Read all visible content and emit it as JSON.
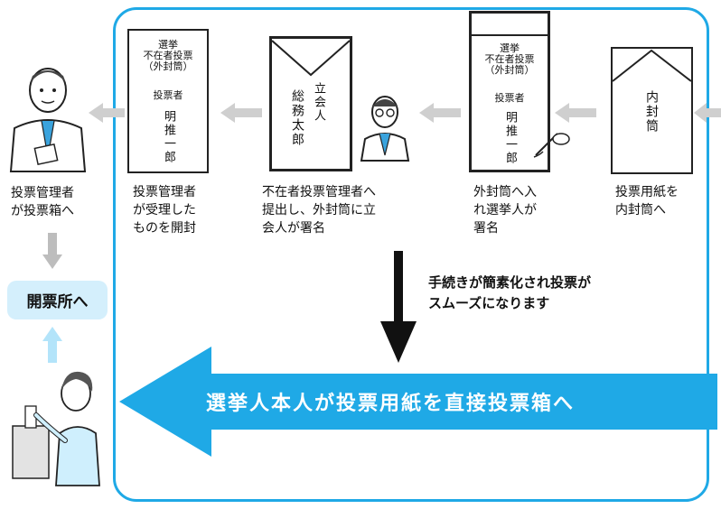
{
  "steps": [
    {
      "caption": [
        "投票用紙を",
        "内封筒へ"
      ],
      "envelope": {
        "label": "内封筒"
      }
    },
    {
      "caption": [
        "外封筒へ入",
        "れ選挙人が",
        "署名"
      ],
      "envelope": {
        "header": [
          "選挙",
          "不在者投票",
          "（外封筒）"
        ],
        "voter_label": "投票者",
        "voter_name": "明推一郎"
      }
    },
    {
      "caption": [
        "不在者投票管理者へ",
        "提出し、外封筒に立",
        "会人が署名"
      ],
      "envelope": {
        "witness": "立会人",
        "witness_name": "総務太郎"
      }
    },
    {
      "caption": [
        "投票管理者",
        "が受理した",
        "ものを開封"
      ],
      "envelope": {
        "header": [
          "選挙",
          "不在者投票",
          "（外封筒）"
        ],
        "voter_label": "投票者",
        "voter_name": "明推一郎"
      }
    }
  ],
  "left": {
    "manager_caption": [
      "投票管理者",
      "が投票箱へ"
    ],
    "counting_label": "開票所へ"
  },
  "simplified_note": [
    "手続きが簡素化され投票が",
    "スムーズになります"
  ],
  "big_arrow_text": "選挙人本人が投票用紙を直接投票箱へ",
  "colors": {
    "frame": "#1fa9e6",
    "pill": "#d4effc",
    "gray_arrow": "#cfcfcf",
    "light_arrow": "#b3e4fa"
  }
}
